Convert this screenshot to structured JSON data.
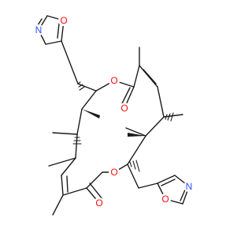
{
  "colors": {
    "bond": "#1a1a1a",
    "oxygen": "#ff0d0d",
    "nitrogen": "#3050f8",
    "background": "#ffffff"
  },
  "atom_labels": {
    "oxazole_top_O": "O",
    "oxazole_top_N": "N",
    "ring_O_top": "O",
    "carbonyl_O_top": "O",
    "ring_O_bottom": "O",
    "carbonyl_O_bottom": "O",
    "oxazole_bottom_O": "O",
    "oxazole_bottom_N": "N"
  }
}
